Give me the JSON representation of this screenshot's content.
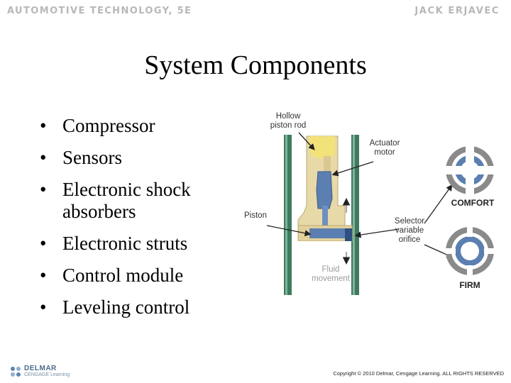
{
  "header": {
    "book_title": "AUTOMOTIVE TECHNOLOGY, 5E",
    "author": "JACK ERJAVEC"
  },
  "slide": {
    "title": "System Components",
    "bullets": [
      "Compressor",
      "Sensors",
      "Electronic shock absorbers",
      "Electronic struts",
      "Control module",
      "Leveling control"
    ]
  },
  "diagram": {
    "labels": {
      "hollow_piston_rod_1": "Hollow",
      "hollow_piston_rod_2": "piston rod",
      "actuator_motor_1": "Actuator",
      "actuator_motor_2": "motor",
      "piston": "Piston",
      "selector_1": "Selector",
      "selector_2": "variable",
      "selector_3": "orifice",
      "fluid_1": "Fluid",
      "fluid_2": "movement",
      "comfort": "COMFORT",
      "firm": "FIRM"
    },
    "colors": {
      "cylinder_wall": "#3f7a5e",
      "piston_tan": "#e8d9a8",
      "rod_yellow": "#f3e27a",
      "actuator_blue": "#5b7fb0",
      "arrow_blue": "#3a5fa0"
    }
  },
  "footer": {
    "logo_main": "DELMAR",
    "logo_sub": "CENGAGE Learning",
    "copyright": "Copyright © 2010 Delmar, Cengage Learning. ALL RIGHTS RESERVED"
  }
}
